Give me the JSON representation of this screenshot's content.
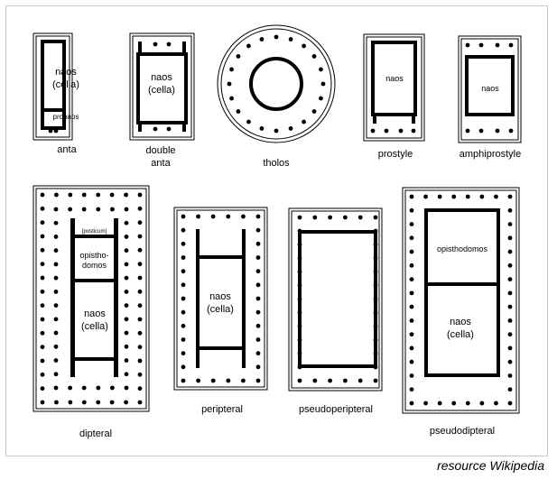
{
  "plans": [
    {
      "key": "anta",
      "caption": "anta",
      "rooms": [
        {
          "label": "naos\n(cella)"
        },
        {
          "label": "pronaos"
        }
      ]
    },
    {
      "key": "double_anta",
      "caption": "double\nanta",
      "rooms": [
        {
          "label": "naos\n(cella)"
        }
      ]
    },
    {
      "key": "tholos",
      "caption": "tholos",
      "rooms": []
    },
    {
      "key": "prostyle",
      "caption": "prostyle",
      "rooms": [
        {
          "label": "naos"
        }
      ]
    },
    {
      "key": "amphiprostyle",
      "caption": "amphiprostyle",
      "rooms": [
        {
          "label": "naos"
        }
      ]
    },
    {
      "key": "dipteral",
      "caption": "dipteral",
      "rooms": [
        {
          "label": "[posticum]"
        },
        {
          "label": "opistho-\ndomos"
        },
        {
          "label": "naos\n(cella)"
        }
      ]
    },
    {
      "key": "peripteral",
      "caption": "peripteral",
      "rooms": [
        {
          "label": "naos\n(cella)"
        }
      ]
    },
    {
      "key": "pseudoperipteral",
      "caption": "pseudoperipteral",
      "rooms": []
    },
    {
      "key": "pseudodipteral",
      "caption": "pseudodipteral",
      "rooms": [
        {
          "label": "opisthodomos"
        },
        {
          "label": "naos\n(cella)"
        }
      ]
    }
  ],
  "source_caption": "resource Wikipedia"
}
